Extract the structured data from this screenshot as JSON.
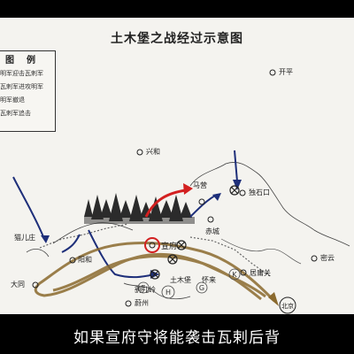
{
  "map": {
    "title": "土木堡之战经过示意图",
    "legend": {
      "title_a": "图",
      "title_b": "例",
      "items": [
        "明军迎击瓦剌军",
        "瓦剌军进攻明军",
        "明军撤退",
        "瓦剌军追击"
      ]
    },
    "places": {
      "kaiping": "开平",
      "xinghe": "兴和",
      "mayin": "马营",
      "dushikou": "独石口",
      "chicheng": "赤城",
      "maoerzhuang": "猫儿庄",
      "xuanfu": "宣府",
      "yanghe": "阳和",
      "tumubao": "土木堡",
      "huailai": "怀来",
      "juyongguan": "居庸关",
      "miyun": "密云",
      "datong": "大同",
      "yao_erling": "鹞儿岭",
      "weizhou": "蔚州",
      "beijing": "北京"
    },
    "colors": {
      "advance_blue": "#1e2f7a",
      "retreat_brown": "#8b6a2e",
      "highlight_red": "#d32020"
    }
  },
  "caption": "如果宣府守将能袭击瓦剌后背"
}
